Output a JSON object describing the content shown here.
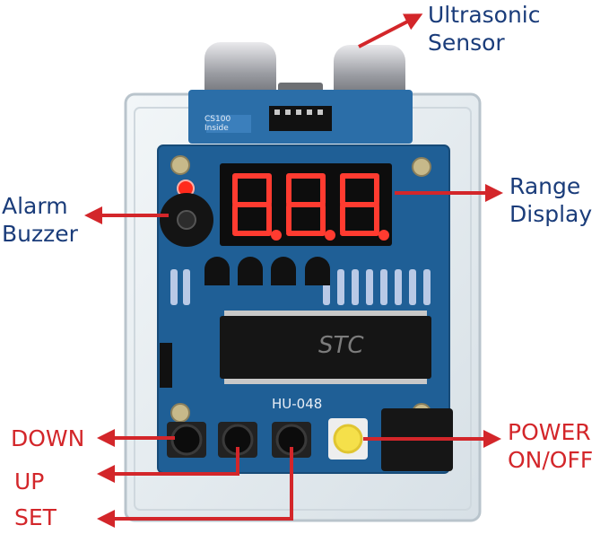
{
  "labels": {
    "ultrasonic": [
      "Ultrasonic",
      "Sensor"
    ],
    "alarm": [
      "Alarm",
      "Buzzer"
    ],
    "range": [
      "Range",
      "Display"
    ],
    "down": "DOWN",
    "up": "UP",
    "set": "SET",
    "power": [
      "POWER",
      "ON/OFF"
    ]
  },
  "board": {
    "model": "HU-048",
    "display_digits": "8.8.8.",
    "chip_brand": "STC",
    "sensor_marking": "CS100 Inside"
  },
  "colors": {
    "arrow": "#d3262a",
    "label_blue": "#1a3c7a",
    "label_red": "#d3262a",
    "pcb": "#1f5f96",
    "segment_on": "#ff3b30",
    "power_button": "#f5e04a"
  }
}
